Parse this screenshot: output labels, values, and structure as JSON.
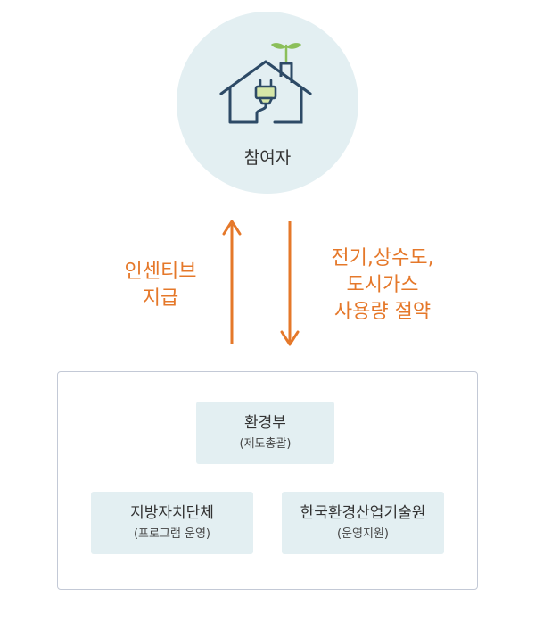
{
  "participant": {
    "label": "참여자",
    "icon": "house-with-plug-icon"
  },
  "flows": {
    "incentive": {
      "lines": [
        "인센티브",
        "지급"
      ],
      "direction": "up"
    },
    "saving": {
      "lines": [
        "전기,상수도,",
        "도시가스",
        "사용량 절약"
      ],
      "direction": "down"
    }
  },
  "organizations": {
    "ministry": {
      "name": "환경부",
      "role": "(제도총괄)"
    },
    "local_government": {
      "name": "지방자치단체",
      "role": "(프로그램 운영)"
    },
    "keiti": {
      "name": "한국환경산업기술원",
      "role": "(운영지원)"
    }
  },
  "colors": {
    "accent": "#e5782a",
    "circle_fill": "#e3eff2",
    "box_fill": "#e3eff2",
    "icon_stroke": "#2d4a66",
    "plug_fill": "#d6e7a8",
    "leaf": "#8bbf5a",
    "frame_border": "#c3c9d6"
  }
}
